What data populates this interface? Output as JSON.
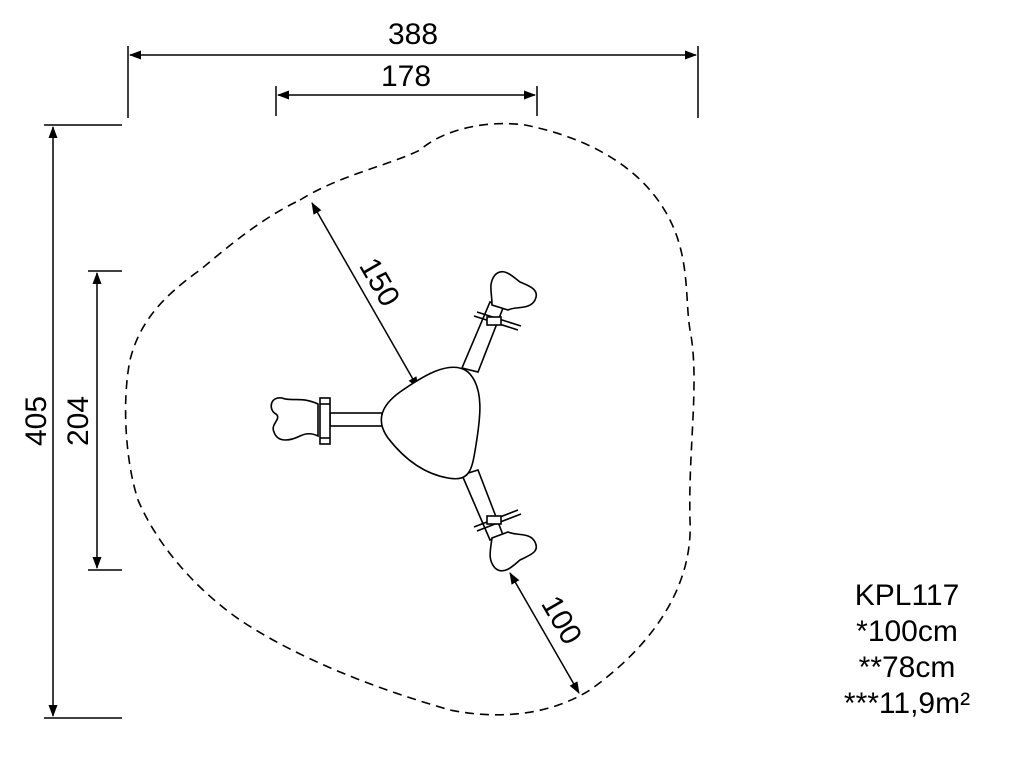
{
  "dimensions": {
    "overall_width": "388",
    "inner_width": "178",
    "overall_height": "405",
    "inner_height": "204",
    "radius_top": "150",
    "radius_bottom": "100"
  },
  "info": {
    "code": "KPL117",
    "line1": "*100cm",
    "line2": "**78cm",
    "line3": "***11,9m²"
  }
}
